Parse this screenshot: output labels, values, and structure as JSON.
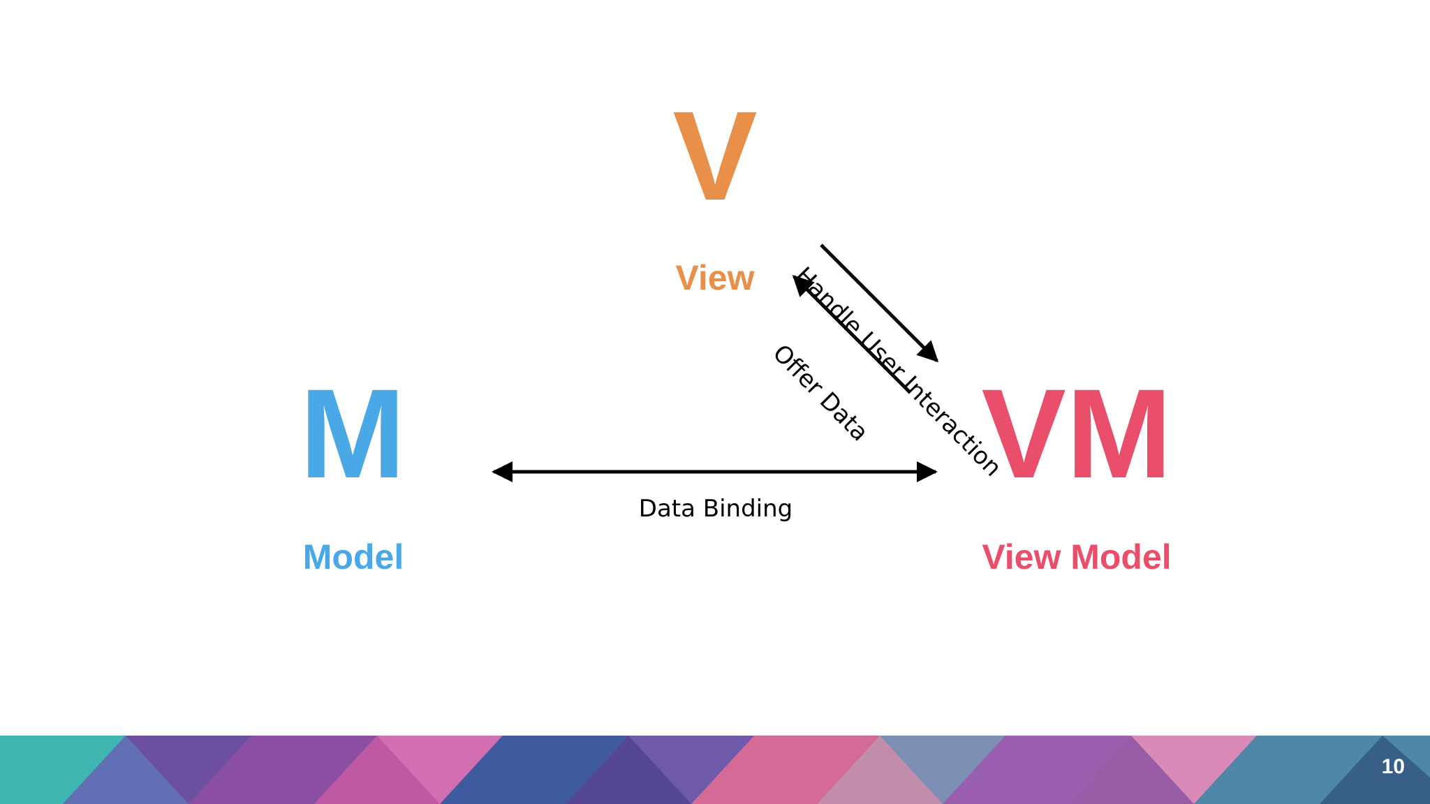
{
  "colors": {
    "view": "#E8904A",
    "model": "#4BA8E6",
    "viewmodel": "#E94E6A",
    "arrow": "#000000",
    "page_number": "#FFFFFF"
  },
  "nodes": {
    "view": {
      "letter": "V",
      "label": "View"
    },
    "model": {
      "letter": "M",
      "label": "Model"
    },
    "viewmodel": {
      "letter": "VM",
      "label": "View Model"
    }
  },
  "edges": {
    "data_binding": {
      "label": "Data Binding",
      "direction": "bidirectional"
    },
    "handle_user_interaction": {
      "label": "Handle User Interaction",
      "direction": "view-to-viewmodel"
    },
    "offer_data": {
      "label": "Offer Data",
      "direction": "viewmodel-to-view"
    }
  },
  "footer": {
    "page_number": "10"
  }
}
